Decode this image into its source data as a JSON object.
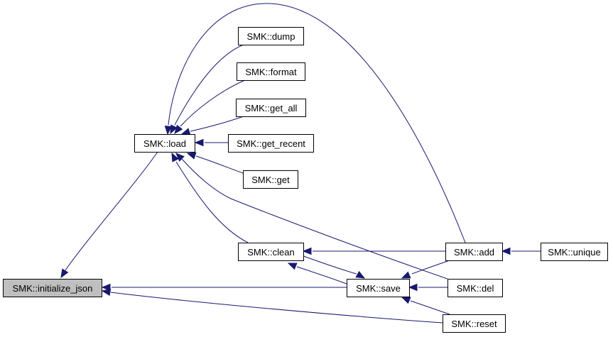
{
  "graph": {
    "title": "Caller graph of SMK::initialize_json",
    "edge_color": "#191970",
    "root_fill": "#bfbfbf",
    "nodes": [
      {
        "id": "initialize_json",
        "label": "SMK::initialize_json",
        "highlighted": true
      },
      {
        "id": "load",
        "label": "SMK::load"
      },
      {
        "id": "dump",
        "label": "SMK::dump"
      },
      {
        "id": "format",
        "label": "SMK::format"
      },
      {
        "id": "get_all",
        "label": "SMK::get_all"
      },
      {
        "id": "get_recent",
        "label": "SMK::get_recent"
      },
      {
        "id": "get",
        "label": "SMK::get"
      },
      {
        "id": "clean",
        "label": "SMK::clean"
      },
      {
        "id": "save",
        "label": "SMK::save"
      },
      {
        "id": "add",
        "label": "SMK::add"
      },
      {
        "id": "del",
        "label": "SMK::del"
      },
      {
        "id": "reset",
        "label": "SMK::reset"
      },
      {
        "id": "unique",
        "label": "SMK::unique"
      }
    ],
    "edges": [
      {
        "from": "load",
        "to": "initialize_json"
      },
      {
        "from": "save",
        "to": "initialize_json"
      },
      {
        "from": "reset",
        "to": "initialize_json"
      },
      {
        "from": "dump",
        "to": "load"
      },
      {
        "from": "format",
        "to": "load"
      },
      {
        "from": "get_all",
        "to": "load"
      },
      {
        "from": "get_recent",
        "to": "load"
      },
      {
        "from": "get",
        "to": "load"
      },
      {
        "from": "clean",
        "to": "load"
      },
      {
        "from": "add",
        "to": "load"
      },
      {
        "from": "del",
        "to": "load"
      },
      {
        "from": "save",
        "to": "clean"
      },
      {
        "from": "add",
        "to": "clean"
      },
      {
        "from": "clean",
        "to": "save"
      },
      {
        "from": "add",
        "to": "save"
      },
      {
        "from": "del",
        "to": "save"
      },
      {
        "from": "reset",
        "to": "save"
      },
      {
        "from": "unique",
        "to": "add"
      }
    ]
  }
}
